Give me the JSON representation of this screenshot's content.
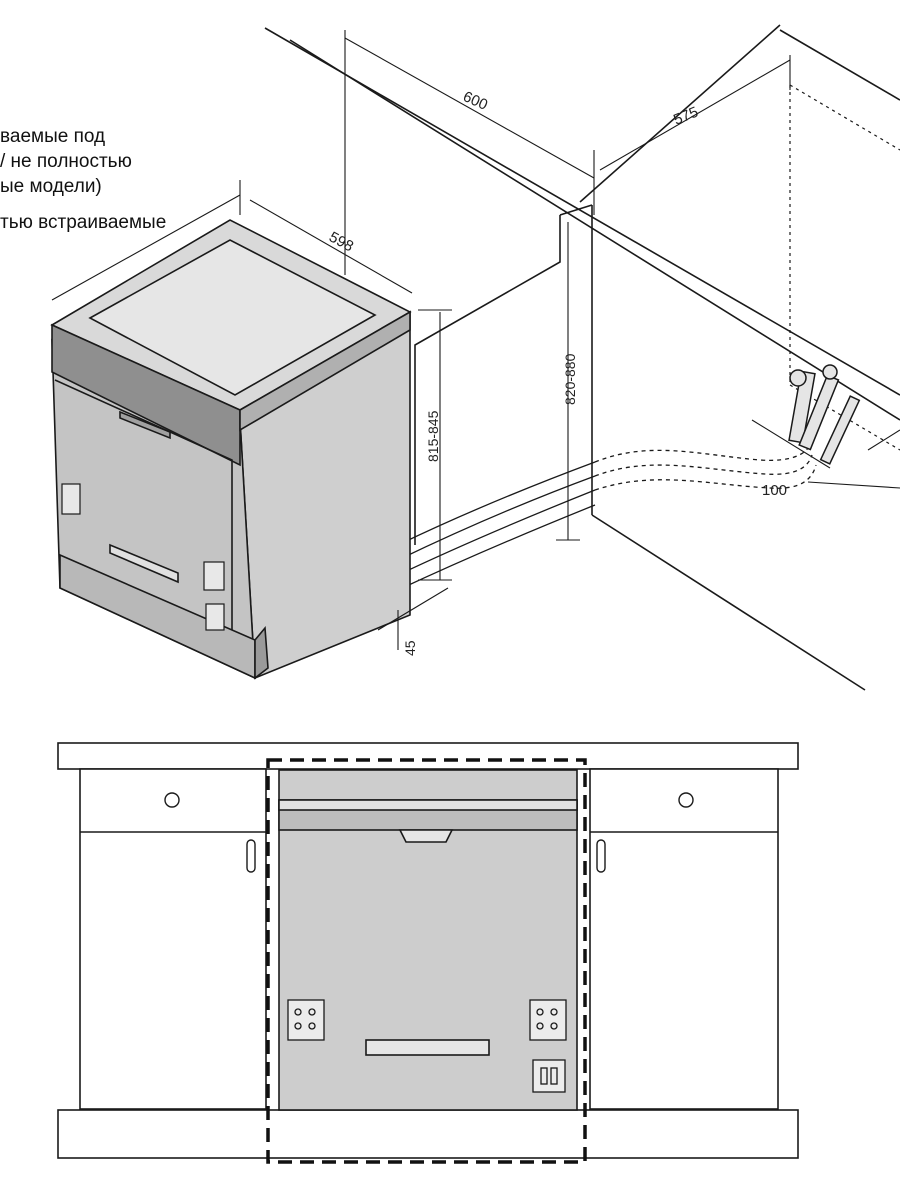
{
  "notes": {
    "line1": "ваемые под",
    "line2": "/  не полностью",
    "line3": "ые  модели)",
    "line4": "тью встраиваемые"
  },
  "dimensions": {
    "niche_width": "600",
    "niche_depth": "575",
    "appliance_width": "598",
    "appliance_height": "815-845",
    "niche_height": "820-880",
    "plinth_offset": "45",
    "connection_distance": "100"
  },
  "colors": {
    "appliance_fill": "#cfcfcf",
    "appliance_dark": "#8f8f8f",
    "line": "#1a1a1a",
    "dashed_outline": "#111111"
  },
  "icons": {
    "control_panel": "control-buttons-icon",
    "socket": "socket-icon",
    "water_valve": "water-valve-icon"
  }
}
